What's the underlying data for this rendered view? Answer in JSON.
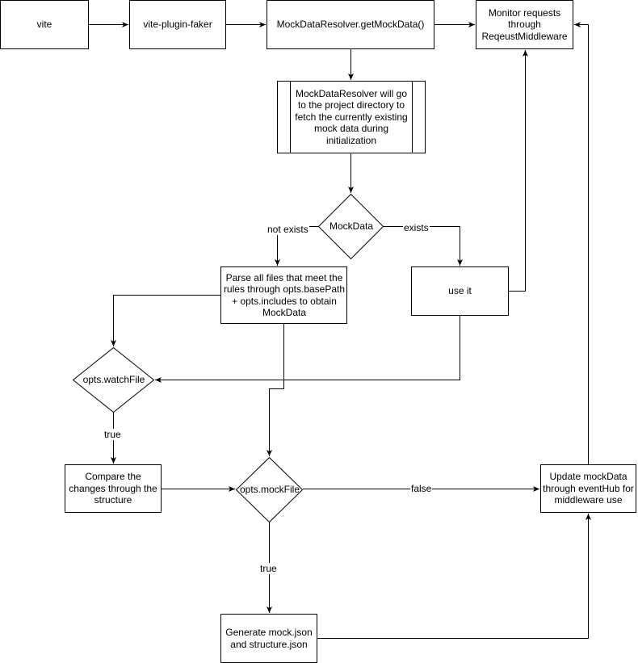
{
  "nodes": {
    "vite": "vite",
    "vite_plugin_faker": "vite-plugin-faker",
    "get_mock_data": "MockDataResolver.getMockData()",
    "monitor_requests": "Monitor requests through ReqeustMiddleware",
    "resolver_init": "MockDataResolver will go to the project directory to fetch the currently existing mock data during initialization",
    "mock_data": "MockData",
    "parse_files": "Parse all files that meet the rules through opts.basePath + opts.includes to obtain MockData",
    "use_it": "use it",
    "watch_file": "opts.watchFile",
    "compare_changes": "Compare the changes through the structure",
    "mock_file": "opts.mockFile",
    "update_mock_data": "Update mockData through eventHub for middleware use",
    "generate_json": "Generate mock.json and structure.json"
  },
  "edge_labels": {
    "not_exists": "not exists",
    "exists": "exists",
    "watch_true": "true",
    "mock_false": "false",
    "mock_true": "true"
  },
  "colors": {
    "stroke": "#000000",
    "fill": "#ffffff"
  }
}
